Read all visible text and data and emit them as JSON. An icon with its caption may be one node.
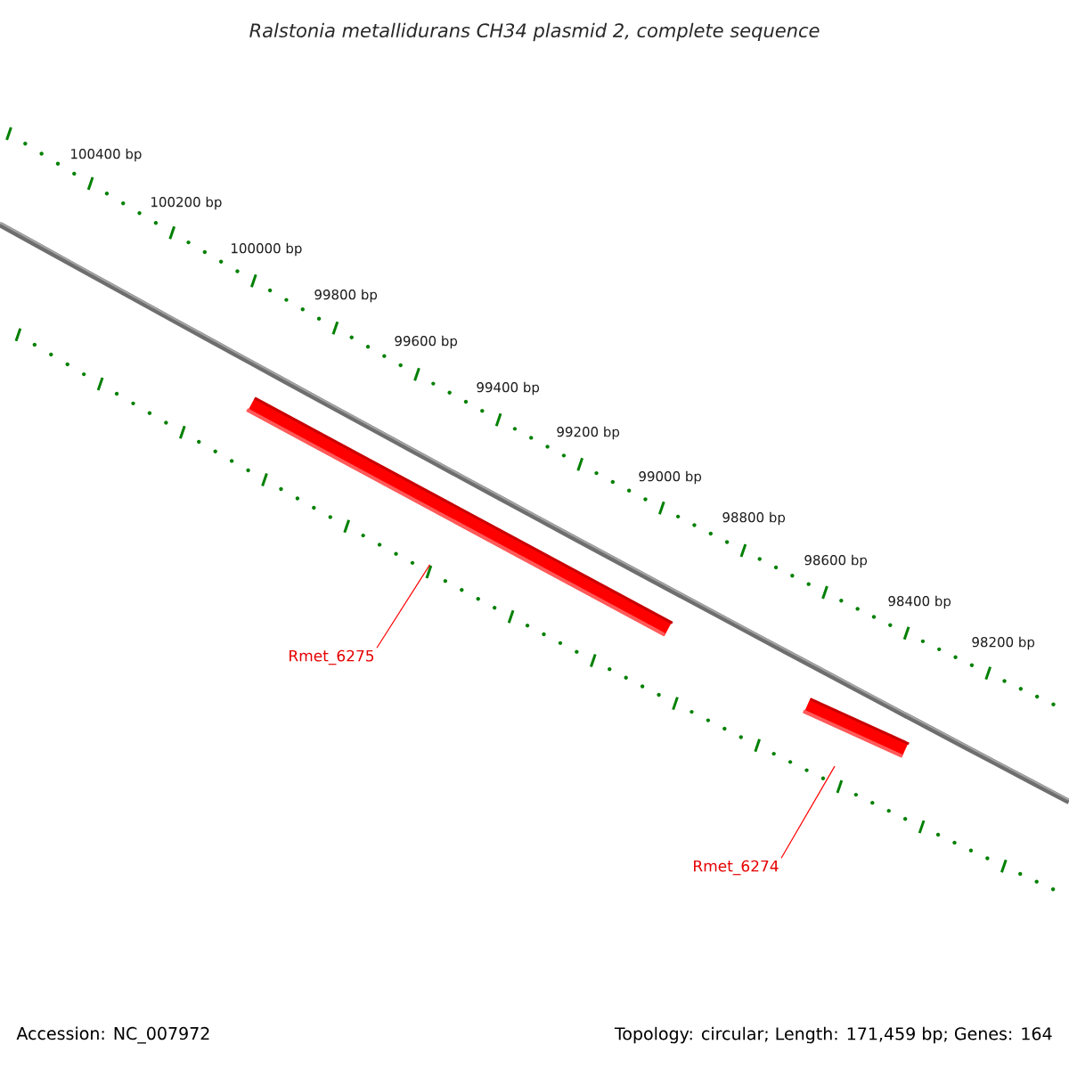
{
  "diagram": {
    "title": "Ralstonia metallidurans CH34 plasmid 2, complete sequence",
    "nodes": [
      {
        "text": [
          "Rmet_6275"
        ]
      },
      {
        "text": [
          "Rmet_6274"
        ]
      },
      {
        "text": [],
        "shape": "bar"
      },
      {
        "text": [],
        "shape": "bar"
      }
    ],
    "edges": [
      {
        "from": 0,
        "to": 2,
        "arrow": "none"
      },
      {
        "from": 1,
        "to": 3,
        "arrow": "none"
      }
    ],
    "labels": [
      "100400 bp",
      "100200 bp",
      "100000 bp",
      "99800 bp",
      "99600 bp",
      "99400 bp",
      "99200 bp",
      "99000 bp",
      "98800 bp",
      "98600 bp",
      "98400 bp",
      "98200 bp",
      "Accession: NC_007972",
      "Topology: circular; Length: 171,459 bp; Genes: 164"
    ]
  }
}
